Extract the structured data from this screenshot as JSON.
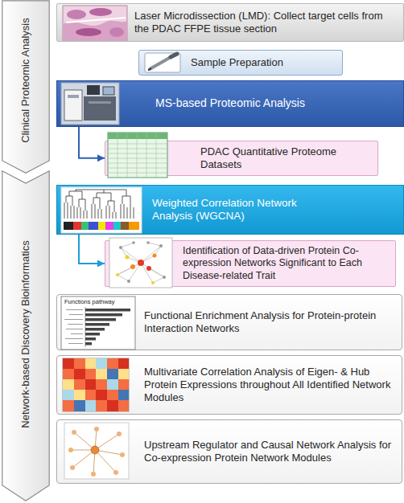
{
  "diagram": {
    "nodes": [
      {
        "text": [
          "Clinical Proteomic Analysis"
        ]
      },
      {
        "text": [
          "Laser Microdissection (LMD): Collect target cells from the PDAC FFPE tissue section"
        ]
      },
      {
        "text": [
          "Sample Preparation"
        ]
      },
      {
        "text": [
          "MS-based Proteomic Analysis"
        ]
      },
      {
        "text": [
          "PDAC Quantitative Proteome Datasets"
        ]
      },
      {
        "text": [
          "Network-based Discovery Bioinformatics"
        ]
      },
      {
        "text": [
          "Weighted Correlation Network Analysis (WGCNA)"
        ]
      },
      {
        "text": [
          "Identification of Data-driven Protein Co-expression Networks Significant to Each Disease-related Trait"
        ]
      },
      {
        "text": [
          "Functional Enrichment Analysis for Protein-protein Interaction Networks"
        ]
      },
      {
        "text": [
          "Multivariate Correlation Analysis of Eigen- & Hub Protein Expressions throughout All Identified Network Modules"
        ]
      },
      {
        "text": [
          "Upstream Regulator and Causal Network Analysis for Co-expression Protein Network Modules"
        ]
      }
    ],
    "edges": [
      {
        "from": 3,
        "to": 4,
        "arrow": "to"
      },
      {
        "from": 6,
        "to": 7,
        "arrow": "to"
      }
    ],
    "labels": [
      "Functions pathway"
    ]
  }
}
